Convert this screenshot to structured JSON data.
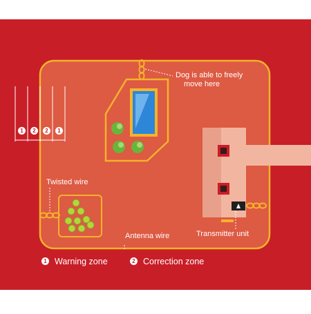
{
  "labels": {
    "dog_free": [
      "Dog is able to freely",
      "move here"
    ],
    "twisted_wire": "Twisted wire",
    "antenna_wire": "Antenna wire",
    "transmitter_unit": "Transmitter unit"
  },
  "zone_markers": [
    "1",
    "2",
    "2",
    "1"
  ],
  "legend": {
    "items": [
      {
        "number": "1",
        "label": "Warning zone"
      },
      {
        "number": "2",
        "label": "Correction zone"
      }
    ]
  },
  "colors": {
    "background": "#c81e28",
    "yard": "#dd5a43",
    "wire": "#f5b32a",
    "transmitter": "#f2b6a0",
    "house_window": "#2e86d8",
    "plant": "#69b53a",
    "flower": "#b4d63a"
  }
}
